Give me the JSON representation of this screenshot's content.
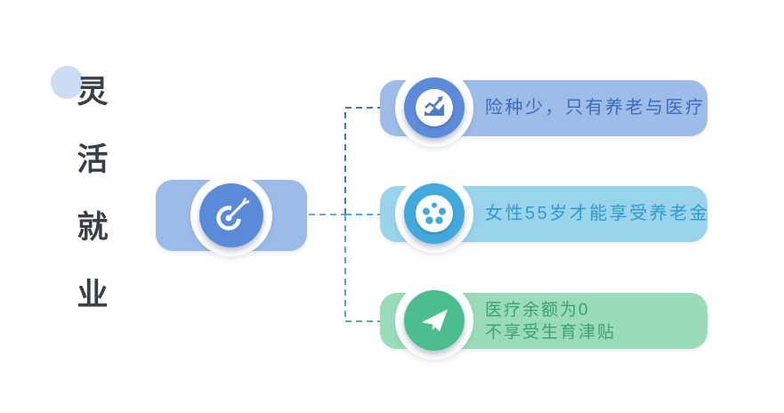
{
  "title": {
    "text": "灵活就业",
    "chars": [
      "灵",
      "活",
      "就",
      "业"
    ],
    "color": "#3A3E45",
    "deco_circle_color": "#CBDCF4"
  },
  "center_node": {
    "icon": "target-dart-icon",
    "pill_color": "#9DBBE9",
    "disc_color": "#5B8BD8",
    "glyph_color": "#FFFFFF"
  },
  "connectors": {
    "style": "dashed",
    "center_horizontal_color": "#7C9FDB",
    "spine_top_color": "#4472C4",
    "spine_bottom_color": "#57B28C",
    "branch_top_color": "#4472C4",
    "branch_middle_color": "#45AEDC",
    "branch_bottom_color": "#57B28C"
  },
  "branches": [
    {
      "icon": "trend-chart-icon",
      "lines": [
        "险种少，只有养老与医疗"
      ],
      "pill_color": "#9DBCE8",
      "disc_color": "#5C8CD9",
      "text_color": "#3E6BB7",
      "glyph_color": "#4A7CC9"
    },
    {
      "icon": "film-reel-icon",
      "lines": [
        "女性55岁才能享受养老金"
      ],
      "pill_color": "#9AD3EC",
      "disc_color": "#41A9DB",
      "text_color": "#2F9BCB",
      "glyph_color": "#41A9DB"
    },
    {
      "icon": "paper-plane-icon",
      "lines": [
        "医疗余额为0",
        "不享受生育津贴"
      ],
      "pill_color": "#9ADBB9",
      "disc_color": "#4CBE8D",
      "text_color": "#3BA276",
      "glyph_color": "#FFFFFF"
    }
  ]
}
